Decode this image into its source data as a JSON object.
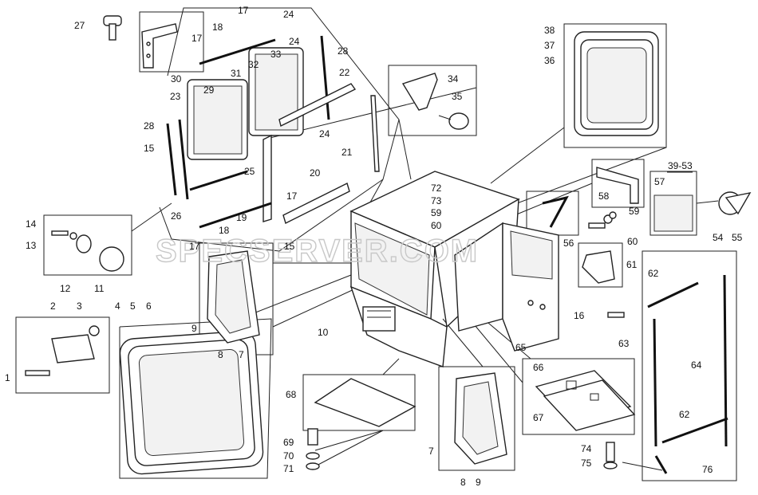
{
  "watermark": "SPECSERVER.COM",
  "labels": [
    {
      "id": "l27",
      "text": "27"
    },
    {
      "id": "l17a",
      "text": "17"
    },
    {
      "id": "l24a",
      "text": "24"
    },
    {
      "id": "l17b",
      "text": "17"
    },
    {
      "id": "l18a",
      "text": "18"
    },
    {
      "id": "l24b",
      "text": "24"
    },
    {
      "id": "l28a",
      "text": "28"
    },
    {
      "id": "l30",
      "text": "30"
    },
    {
      "id": "l31",
      "text": "31"
    },
    {
      "id": "l32",
      "text": "32"
    },
    {
      "id": "l33",
      "text": "33"
    },
    {
      "id": "l22",
      "text": "22"
    },
    {
      "id": "l23",
      "text": "23"
    },
    {
      "id": "l29",
      "text": "29"
    },
    {
      "id": "l34",
      "text": "34"
    },
    {
      "id": "l35",
      "text": "35"
    },
    {
      "id": "l28b",
      "text": "28"
    },
    {
      "id": "l24c",
      "text": "24"
    },
    {
      "id": "l15a",
      "text": "15"
    },
    {
      "id": "l21",
      "text": "21"
    },
    {
      "id": "l25",
      "text": "25"
    },
    {
      "id": "l20",
      "text": "20"
    },
    {
      "id": "l17c",
      "text": "17"
    },
    {
      "id": "l26",
      "text": "26"
    },
    {
      "id": "l19",
      "text": "19"
    },
    {
      "id": "l14",
      "text": "14"
    },
    {
      "id": "l13",
      "text": "13"
    },
    {
      "id": "l18b",
      "text": "18"
    },
    {
      "id": "l17d",
      "text": "17"
    },
    {
      "id": "l15b",
      "text": "15"
    },
    {
      "id": "l12",
      "text": "12"
    },
    {
      "id": "l11",
      "text": "11"
    },
    {
      "id": "l38",
      "text": "38"
    },
    {
      "id": "l37",
      "text": "37"
    },
    {
      "id": "l36",
      "text": "36"
    },
    {
      "id": "l72",
      "text": "72"
    },
    {
      "id": "l73",
      "text": "73"
    },
    {
      "id": "l59a",
      "text": "59"
    },
    {
      "id": "l60a",
      "text": "60"
    },
    {
      "id": "l3953",
      "text": "39-53"
    },
    {
      "id": "l57",
      "text": "57"
    },
    {
      "id": "l58",
      "text": "58"
    },
    {
      "id": "l59b",
      "text": "59"
    },
    {
      "id": "l60b",
      "text": "60"
    },
    {
      "id": "l56",
      "text": "56"
    },
    {
      "id": "l54",
      "text": "54"
    },
    {
      "id": "l55",
      "text": "55"
    },
    {
      "id": "l61",
      "text": "61"
    },
    {
      "id": "l62a",
      "text": "62"
    },
    {
      "id": "l16",
      "text": "16"
    },
    {
      "id": "l63",
      "text": "63"
    },
    {
      "id": "l64",
      "text": "64"
    },
    {
      "id": "l2",
      "text": "2"
    },
    {
      "id": "l3",
      "text": "3"
    },
    {
      "id": "l4",
      "text": "4"
    },
    {
      "id": "l5",
      "text": "5"
    },
    {
      "id": "l6",
      "text": "6"
    },
    {
      "id": "l9a",
      "text": "9"
    },
    {
      "id": "l8a",
      "text": "8"
    },
    {
      "id": "l7a",
      "text": "7"
    },
    {
      "id": "l10",
      "text": "10"
    },
    {
      "id": "l65",
      "text": "65"
    },
    {
      "id": "l1",
      "text": "1"
    },
    {
      "id": "l66",
      "text": "66"
    },
    {
      "id": "l67",
      "text": "67"
    },
    {
      "id": "l68",
      "text": "68"
    },
    {
      "id": "l62b",
      "text": "62"
    },
    {
      "id": "l69",
      "text": "69"
    },
    {
      "id": "l70",
      "text": "70"
    },
    {
      "id": "l71",
      "text": "71"
    },
    {
      "id": "l7b",
      "text": "7"
    },
    {
      "id": "l74",
      "text": "74"
    },
    {
      "id": "l75",
      "text": "75"
    },
    {
      "id": "l76",
      "text": "76"
    },
    {
      "id": "l8b",
      "text": "8"
    },
    {
      "id": "l9b",
      "text": "9"
    }
  ]
}
